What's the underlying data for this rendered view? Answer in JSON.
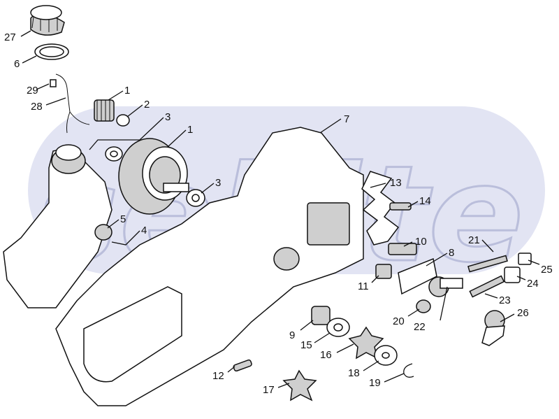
{
  "watermark": {
    "text": "sellite"
  },
  "colors": {
    "band": "#e2e4f3",
    "ink": "#111111",
    "watermark_outline": "#9aa0c8"
  },
  "labels": [
    {
      "id": "27",
      "text": "27"
    },
    {
      "id": "6",
      "text": "6"
    },
    {
      "id": "29",
      "text": "29"
    },
    {
      "id": "28",
      "text": "28"
    },
    {
      "id": "1a",
      "text": "1"
    },
    {
      "id": "2",
      "text": "2"
    },
    {
      "id": "3a",
      "text": "3"
    },
    {
      "id": "1b",
      "text": "1"
    },
    {
      "id": "3b",
      "text": "3"
    },
    {
      "id": "5",
      "text": "5"
    },
    {
      "id": "4",
      "text": "4"
    },
    {
      "id": "7",
      "text": "7"
    },
    {
      "id": "13",
      "text": "13"
    },
    {
      "id": "14",
      "text": "14"
    },
    {
      "id": "10",
      "text": "10"
    },
    {
      "id": "8",
      "text": "8"
    },
    {
      "id": "11",
      "text": "11"
    },
    {
      "id": "21",
      "text": "21"
    },
    {
      "id": "25",
      "text": "25"
    },
    {
      "id": "24",
      "text": "24"
    },
    {
      "id": "23",
      "text": "23"
    },
    {
      "id": "20",
      "text": "20"
    },
    {
      "id": "22",
      "text": "22"
    },
    {
      "id": "26",
      "text": "26"
    },
    {
      "id": "9",
      "text": "9"
    },
    {
      "id": "15",
      "text": "15"
    },
    {
      "id": "16",
      "text": "16"
    },
    {
      "id": "18",
      "text": "18"
    },
    {
      "id": "19",
      "text": "19"
    },
    {
      "id": "12",
      "text": "12"
    },
    {
      "id": "17",
      "text": "17"
    }
  ]
}
